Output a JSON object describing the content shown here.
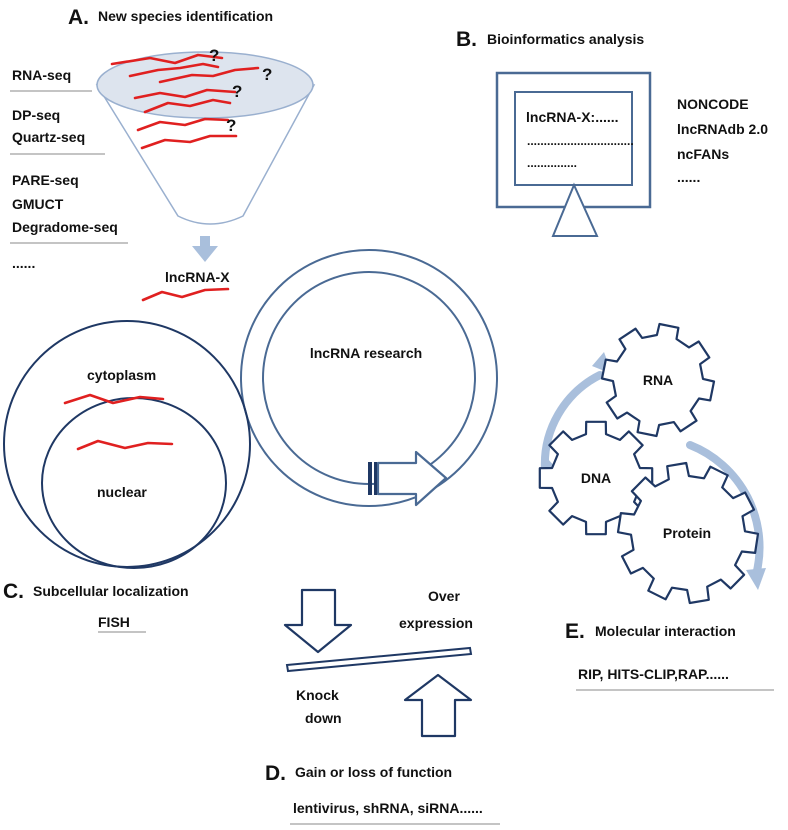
{
  "sections": {
    "A": {
      "letter": "A.",
      "title": "New species identification",
      "methods": [
        "RNA-seq",
        "DP-seq",
        "Quartz-seq",
        "PARE-seq",
        "GMUCT",
        "Degradome-seq",
        "......"
      ],
      "question_mark": "?",
      "result_label": "lncRNA-X"
    },
    "B": {
      "letter": "B.",
      "title": "Bioinformatics analysis",
      "screen_lines": [
        "lncRNA-X:......",
        "................................",
        "..............."
      ],
      "databases": [
        "NONCODE",
        "lncRNAdb 2.0",
        "ncFANs",
        "......"
      ]
    },
    "center": {
      "label": "lncRNA research"
    },
    "C": {
      "letter": "C.",
      "title": "Subcellular localization",
      "method": "FISH",
      "cytoplasm_label": "cytoplasm",
      "nuclear_label": "nuclear"
    },
    "D": {
      "letter": "D.",
      "title": "Gain or loss of function",
      "over_label": [
        "Over",
        "expression"
      ],
      "knock_label": [
        "Knock",
        "down"
      ],
      "methods": "lentivirus, shRNA, siRNA......"
    },
    "E": {
      "letter": "E.",
      "title": "Molecular interaction",
      "gears": [
        "RNA",
        "DNA",
        "Protein"
      ],
      "methods": "RIP, HITS-CLIP,RAP......"
    }
  },
  "colors": {
    "navy": "#1f3864",
    "steel": "#4a6a94",
    "red": "#e02020",
    "light_blue": "#a9bfdc",
    "funnel_fill": "#dde4ee",
    "underline": "#888888"
  }
}
